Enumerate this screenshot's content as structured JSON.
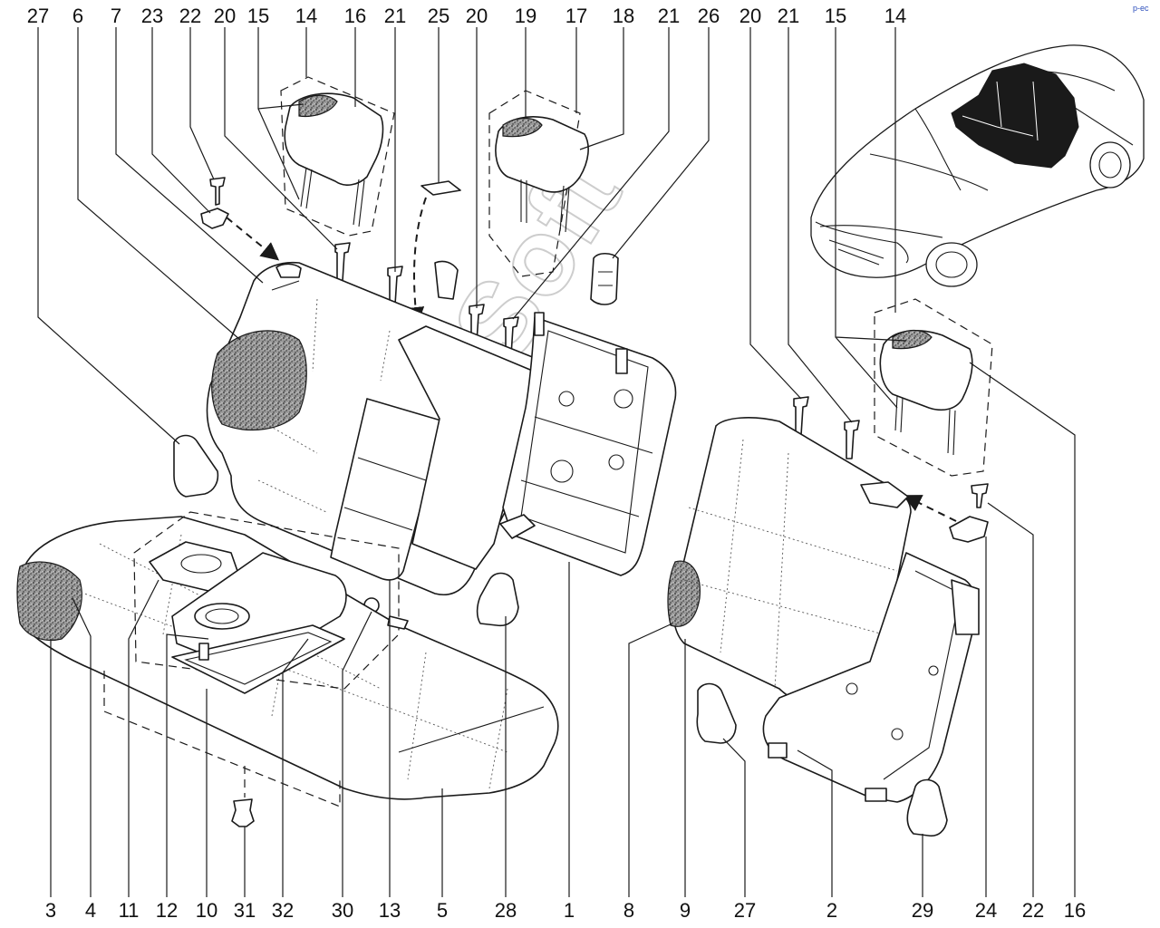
{
  "diagram": {
    "callouts_top": [
      "27",
      "6",
      "7",
      "23",
      "22",
      "20",
      "15",
      "14",
      "16",
      "21",
      "25",
      "20",
      "19",
      "17",
      "18",
      "21",
      "26",
      "20",
      "21",
      "15",
      "14"
    ],
    "callouts_bottom": [
      "3",
      "4",
      "11",
      "12",
      "10",
      "31",
      "32",
      "30",
      "13",
      "5",
      "28",
      "1",
      "8",
      "9",
      "27",
      "2",
      "29",
      "24",
      "22",
      "16"
    ],
    "watermark": "AutoSoft",
    "corner_mark": "p-ec"
  }
}
